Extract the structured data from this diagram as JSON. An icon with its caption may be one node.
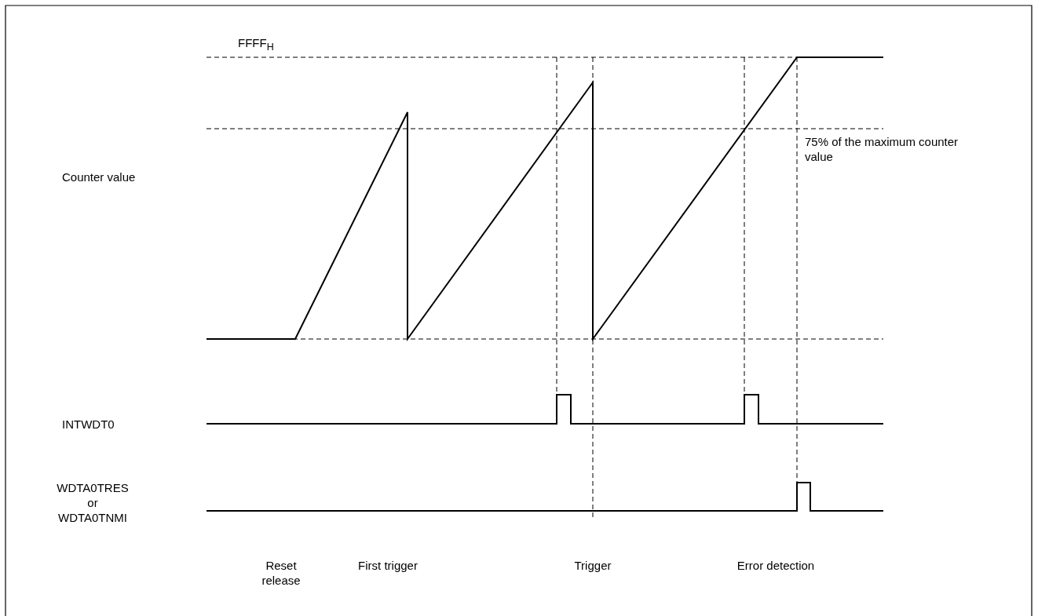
{
  "diagram": {
    "labels": [
      "FFFF$_{H}$",
      "75% of the maximum counter value",
      "Counter value",
      "INTWDT0",
      "WDTA0TRES or WDTA0TNMI",
      "Reset release",
      "First trigger",
      "Trigger",
      "Error detection"
    ]
  }
}
